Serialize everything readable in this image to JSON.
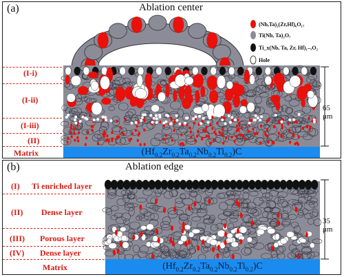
{
  "panel_a": {
    "label": "(a)",
    "title": "Ablation center",
    "layers": [
      "(I-i)",
      "(I-ii)",
      "(I-iii)",
      "(II)",
      "Matrix"
    ],
    "matrix_formula": [
      "(Hf",
      "0.2",
      "Zr",
      "0.2",
      "Ta",
      "0.2",
      "Nb",
      "0.2",
      "Ti",
      "0.2",
      ")C"
    ],
    "thickness": "65 μm",
    "legend": [
      {
        "text": "(Nb,Ta)₂(Zr,Hf)₆O₁₇",
        "symbol": "red-ellipse",
        "color": "#e8110b"
      },
      {
        "text": "Ti(Nb, Ta)₂O₇",
        "symbol": "gray-ellipse",
        "color": "#8b8c98"
      },
      {
        "text": "Ti_x(Nb, Ta, Zr, Hf)₁₋ₓO₂",
        "symbol": "black-ellipse",
        "color": "#111111"
      },
      {
        "text": "Hole",
        "symbol": "white-ellipse",
        "color": "#ffffff"
      }
    ]
  },
  "panel_b": {
    "label": "(b)",
    "title": "Ablation edge",
    "layers": [
      {
        "id": "(I)",
        "name": "Ti enriched layer"
      },
      {
        "id": "(II)",
        "name": "Dense layer"
      },
      {
        "id": "(III)",
        "name": "Porous layer"
      },
      {
        "id": "(IV)",
        "name": "Dense layer"
      }
    ],
    "matrix_label": "Matrix",
    "matrix_formula": [
      "(Hf",
      "0.2",
      "Zr",
      "0.2",
      "Ta",
      "0.2",
      "Nb",
      "0.2",
      "Ti",
      "0.2",
      ")C"
    ],
    "thickness": "35 μm"
  },
  "colors": {
    "red_phase": "#e8110b",
    "gray_phase": "#8b8c98",
    "black_phase": "#111111",
    "matrix_blue": "#1a8cf0",
    "dash_red": "#e0221b"
  }
}
